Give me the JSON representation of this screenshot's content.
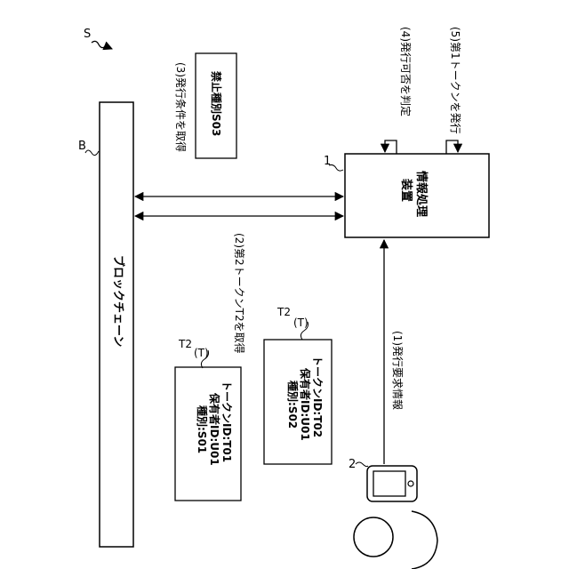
{
  "labels": {
    "system_ref": "S",
    "blockchain_ref": "B",
    "device_ref": "1",
    "terminal_ref": "2"
  },
  "blockchain": {
    "label": "ブロックチェーン"
  },
  "device": {
    "label_line1": "情報処理",
    "label_line2": "装置"
  },
  "condition_box": {
    "text": "禁止種別S03"
  },
  "steps": {
    "step1": "(1)発行要求情報",
    "step2": "(2)第2トークンT2を取得",
    "step3": "(3)発行条件を取得",
    "step4": "(4)発行可否を判定",
    "step5": "(5)第1トークンを発行"
  },
  "tokens": [
    {
      "ref_line1": "T2",
      "ref_line2": "(T)",
      "lines": [
        "トークンID:T01",
        "保有者ID:U01",
        "種別:S01"
      ]
    },
    {
      "ref_line1": "T2",
      "ref_line2": "(T)",
      "lines": [
        "トークンID:T02",
        "保有者ID:U01",
        "種別:S02"
      ]
    }
  ]
}
